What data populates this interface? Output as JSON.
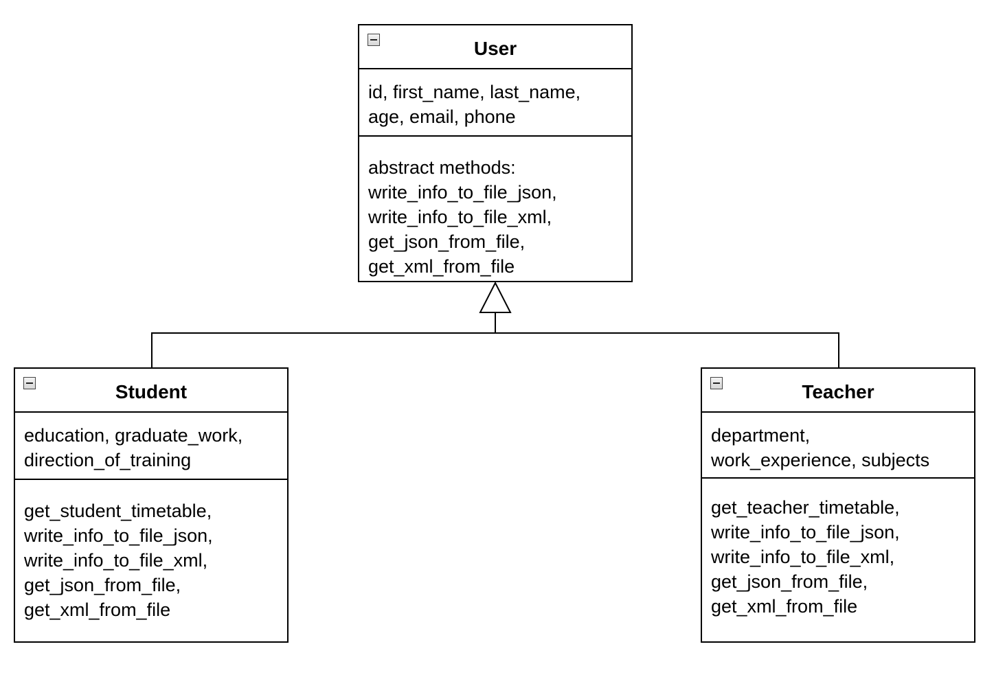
{
  "classes": {
    "user": {
      "name": "User",
      "attributes": "id, first_name, last_name,\nage, email, phone",
      "methods": "abstract methods:\nwrite_info_to_file_json,\nwrite_info_to_file_xml,\nget_json_from_file,\nget_xml_from_file"
    },
    "student": {
      "name": "Student",
      "attributes": "education, graduate_work,\ndirection_of_training",
      "methods": "get_student_timetable,\nwrite_info_to_file_json,\nwrite_info_to_file_xml,\nget_json_from_file,\nget_xml_from_file"
    },
    "teacher": {
      "name": "Teacher",
      "attributes": "department,\nwork_experience, subjects",
      "methods": "get_teacher_timetable,\nwrite_info_to_file_json,\nwrite_info_to_file_xml,\nget_json_from_file,\nget_xml_from_file"
    }
  },
  "relationships": [
    {
      "type": "generalization",
      "from": "Student",
      "to": "User"
    },
    {
      "type": "generalization",
      "from": "Teacher",
      "to": "User"
    }
  ],
  "colors": {
    "line": "#000000",
    "background": "#ffffff"
  },
  "icons": {
    "collapse": "minus-box-icon"
  }
}
